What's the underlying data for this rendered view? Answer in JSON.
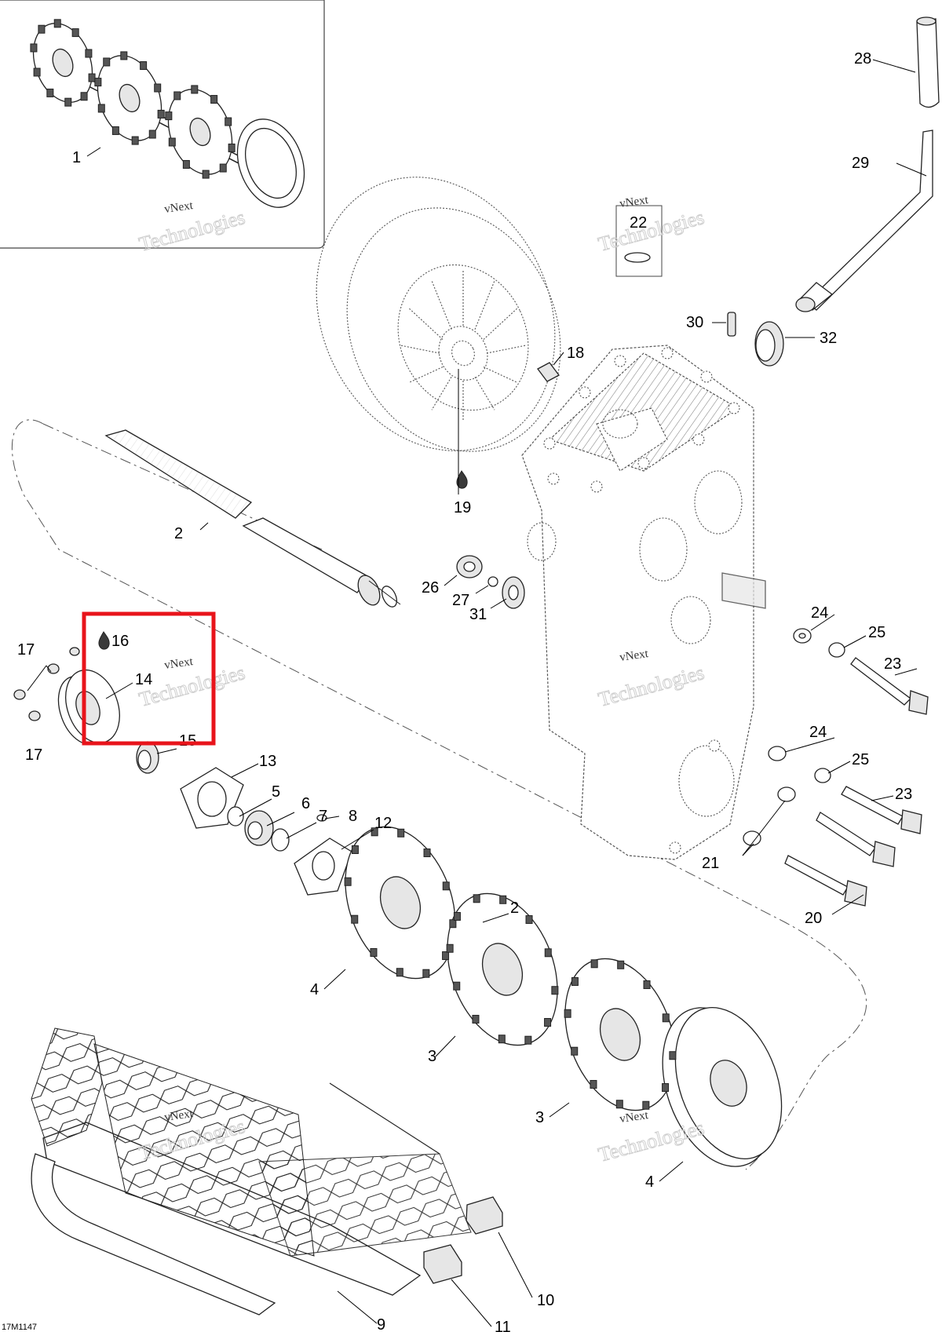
{
  "document": {
    "code": "17M1147",
    "watermark_line1": "vNext",
    "watermark_line2": "Technologies",
    "highlight_color": "#e8141b"
  },
  "callouts": [
    {
      "id": "c1",
      "label": "1"
    },
    {
      "id": "c2a",
      "label": "2"
    },
    {
      "id": "c2b",
      "label": "2"
    },
    {
      "id": "c3a",
      "label": "3"
    },
    {
      "id": "c3b",
      "label": "3"
    },
    {
      "id": "c4a",
      "label": "4"
    },
    {
      "id": "c4b",
      "label": "4"
    },
    {
      "id": "c5",
      "label": "5"
    },
    {
      "id": "c6",
      "label": "6"
    },
    {
      "id": "c7",
      "label": "7"
    },
    {
      "id": "c8",
      "label": "8"
    },
    {
      "id": "c9",
      "label": "9"
    },
    {
      "id": "c10",
      "label": "10"
    },
    {
      "id": "c11",
      "label": "11"
    },
    {
      "id": "c12",
      "label": "12"
    },
    {
      "id": "c13",
      "label": "13"
    },
    {
      "id": "c14",
      "label": "14"
    },
    {
      "id": "c15",
      "label": "15"
    },
    {
      "id": "c16",
      "label": "16"
    },
    {
      "id": "c17a",
      "label": "17"
    },
    {
      "id": "c17b",
      "label": "17"
    },
    {
      "id": "c18",
      "label": "18"
    },
    {
      "id": "c19",
      "label": "19"
    },
    {
      "id": "c20",
      "label": "20"
    },
    {
      "id": "c21",
      "label": "21"
    },
    {
      "id": "c22",
      "label": "22"
    },
    {
      "id": "c23a",
      "label": "23"
    },
    {
      "id": "c23b",
      "label": "23"
    },
    {
      "id": "c24a",
      "label": "24"
    },
    {
      "id": "c24b",
      "label": "24"
    },
    {
      "id": "c25a",
      "label": "25"
    },
    {
      "id": "c25b",
      "label": "25"
    },
    {
      "id": "c26",
      "label": "26"
    },
    {
      "id": "c27",
      "label": "27"
    },
    {
      "id": "c28",
      "label": "28"
    },
    {
      "id": "c29",
      "label": "29"
    },
    {
      "id": "c30",
      "label": "30"
    },
    {
      "id": "c31",
      "label": "31"
    },
    {
      "id": "c32",
      "label": "32"
    }
  ]
}
